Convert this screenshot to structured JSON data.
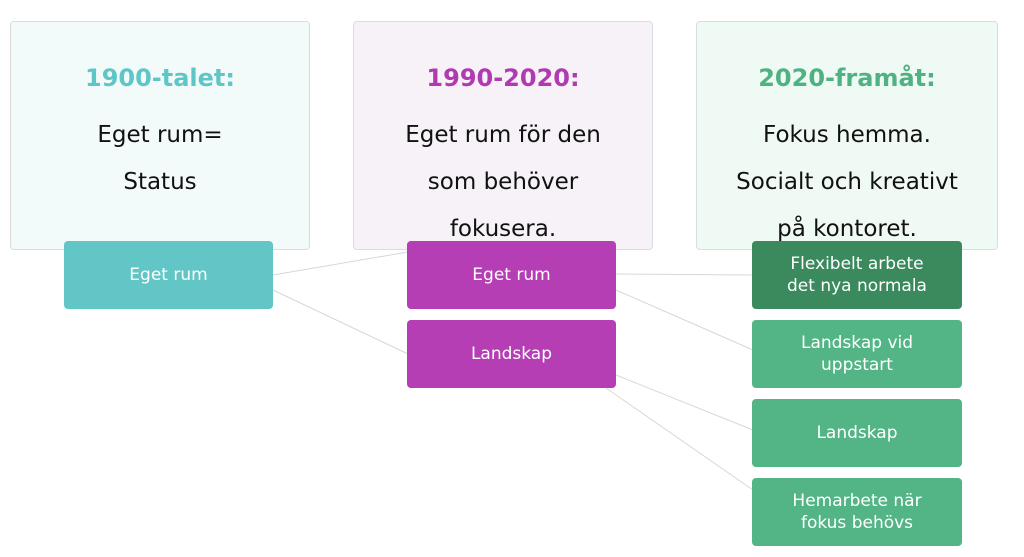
{
  "eras": [
    {
      "title": "1900-talet:",
      "lines": [
        "Eget rum=",
        "Status"
      ],
      "title_color": "#5ec6c6",
      "bg": "#f3fbfa"
    },
    {
      "title": "1990-2020:",
      "lines": [
        "Eget rum för den",
        "som behöver",
        "fokusera."
      ],
      "title_color": "#b03ab0",
      "bg": "#f7f1f8"
    },
    {
      "title": "2020-framåt:",
      "lines": [
        "Fokus hemma.",
        "Socialt och kreativt",
        "på kontoret."
      ],
      "title_color": "#4fb282",
      "bg": "#eefaf3"
    }
  ],
  "nodes": {
    "n1900_eget_rum": {
      "lines": [
        "Eget rum"
      ],
      "color": "#62c6c6"
    },
    "n1990_eget_rum": {
      "lines": [
        "Eget rum"
      ],
      "color": "#b53eb5"
    },
    "n1990_landskap": {
      "lines": [
        "Landskap"
      ],
      "color": "#b53eb5"
    },
    "n2020_flexibelt": {
      "lines": [
        "Flexibelt arbete",
        "det nya normala"
      ],
      "color": "#3a8a5e"
    },
    "n2020_landskap_uppstart": {
      "lines": [
        "Landskap vid",
        "uppstart"
      ],
      "color": "#53b585"
    },
    "n2020_landskap": {
      "lines": [
        "Landskap"
      ],
      "color": "#53b585"
    },
    "n2020_hemarbete": {
      "lines": [
        "Hemarbete när",
        "fokus behövs"
      ],
      "color": "#53b585"
    }
  },
  "connector_color": "#d7d7d7"
}
